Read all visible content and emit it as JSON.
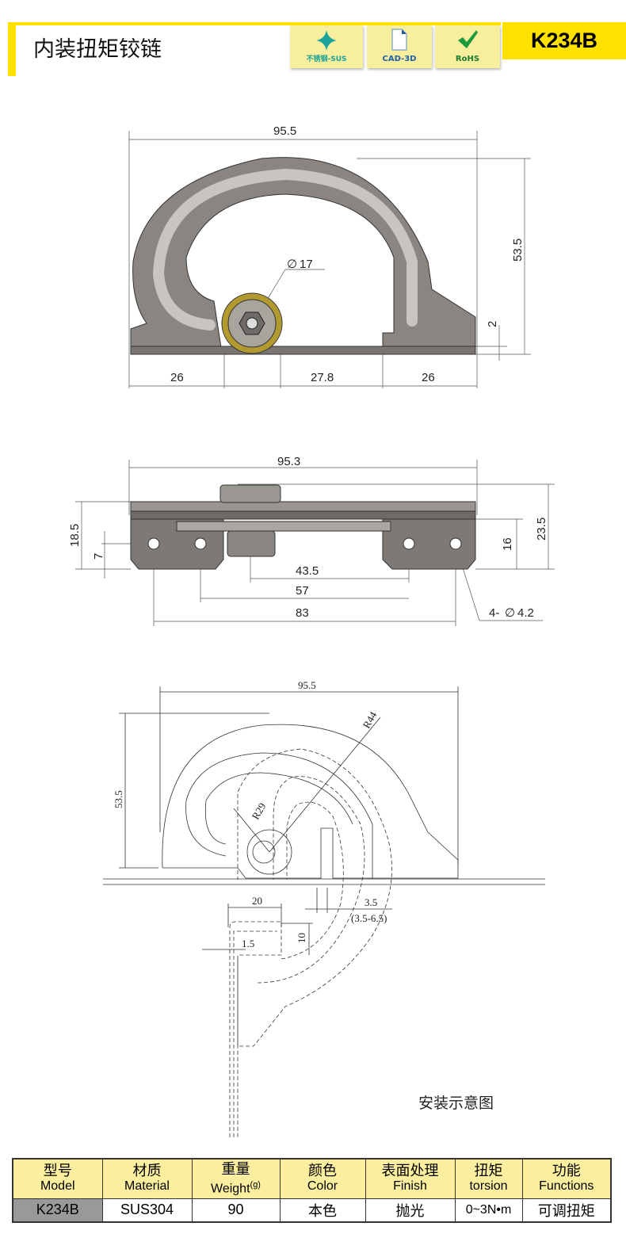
{
  "header": {
    "title": "内装扭矩铰链",
    "model": "K234B",
    "badges": [
      {
        "label": "不锈钢-SUS",
        "icon": "sparkle-icon"
      },
      {
        "label": "CAD-3D",
        "icon": "document-icon"
      },
      {
        "label": "RoHS",
        "icon": "checkmark-icon"
      }
    ]
  },
  "colors": {
    "accent": "#ffe100",
    "badge_bg": "#f7ee9e",
    "table_header": "#fbee9f",
    "model_cell": "#999999"
  },
  "front_view": {
    "width": "95.5",
    "height": "53.5",
    "diameter": "17",
    "base": "2",
    "left": "26",
    "middle": "27.8",
    "right": "26"
  },
  "top_view": {
    "width": "95.3",
    "h1": "18.5",
    "h2": "7",
    "h3": "16",
    "h4": "23.5",
    "d1": "43.5",
    "d2": "57",
    "d3": "83",
    "holes": "4-",
    "hole_dia": "4.2"
  },
  "install_view": {
    "width": "95.5",
    "height": "53.5",
    "r_outer": "R44",
    "r_inner": "R29",
    "w20": "20",
    "gap": "3.5",
    "gap_range": "(3.5-6.5)",
    "h10": "10",
    "t": "1.5",
    "caption": "安装示意图"
  },
  "diameter_symbol": "∅",
  "spec_table": {
    "headers": [
      {
        "cn": "型号",
        "en": "Model"
      },
      {
        "cn": "材质",
        "en": "Material"
      },
      {
        "cn": "重量",
        "en": "Weight",
        "unit": "(g)"
      },
      {
        "cn": "颜色",
        "en": "Color"
      },
      {
        "cn": "表面处理",
        "en": "Finish"
      },
      {
        "cn": "扭矩",
        "en": "torsion"
      },
      {
        "cn": "功能",
        "en": "Functions"
      }
    ],
    "row": [
      "K234B",
      "SUS304",
      "90",
      "本色",
      "抛光",
      "0~3N•m",
      "可调扭矩"
    ]
  }
}
